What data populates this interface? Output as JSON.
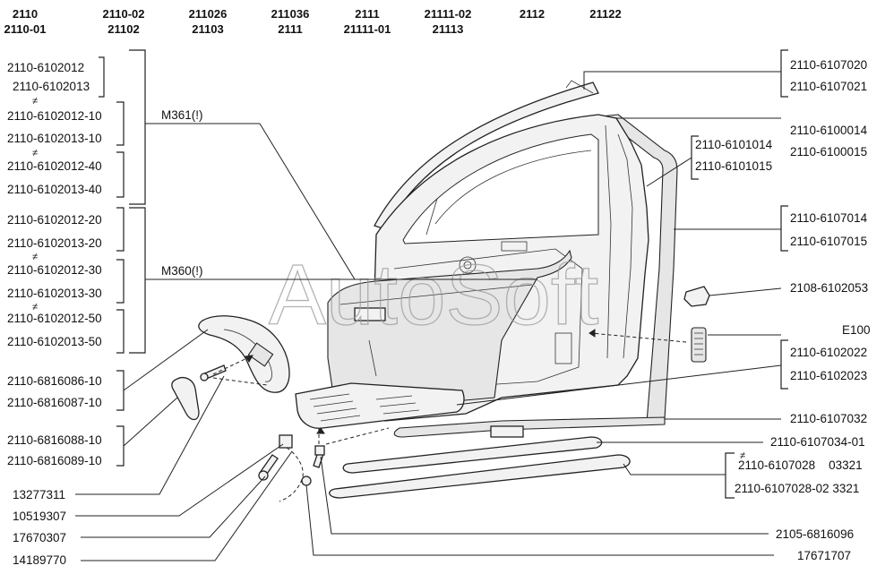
{
  "models": [
    [
      "2110",
      "2110-01"
    ],
    [
      "2110-02",
      "21102"
    ],
    [
      "211026",
      "21103"
    ],
    [
      "211036",
      "2111"
    ],
    [
      "2111",
      "21111-01"
    ],
    [
      "21111-02",
      "21113"
    ],
    [
      "2112",
      ""
    ],
    [
      "21122",
      ""
    ]
  ],
  "left_labels": [
    "2110-6102012",
    "2110-6102013",
    "2110-6102012-10",
    "2110-6102013-10",
    "2110-6102012-40",
    "2110-6102013-40",
    "2110-6102012-20",
    "2110-6102013-20",
    "2110-6102012-30",
    "2110-6102013-30",
    "2110-6102012-50",
    "2110-6102013-50",
    "2110-6816086-10",
    "2110-6816087-10",
    "2110-6816088-10",
    "2110-6816089-10",
    "13277311",
    "10519307",
    "17670307",
    "14189770"
  ],
  "not_equal": "≠",
  "mid_labels": [
    "M361(!)",
    "M360(!)"
  ],
  "right_labels": [
    "2110-6107020",
    "2110-6107021",
    "2110-6100014",
    "2110-6100015",
    "2110-6101014",
    "2110-6101015",
    "2110-6107014",
    "2110-6107015",
    "2108-6102053",
    "E100",
    "2110-6102022",
    "2110-6102023",
    "2110-6107032",
    "2110-6107034-01",
    "2110-6107028    03321",
    "2110-6107028-02 3321",
    "2105-6816096",
    "17671707"
  ],
  "watermark": "AutoSoft"
}
